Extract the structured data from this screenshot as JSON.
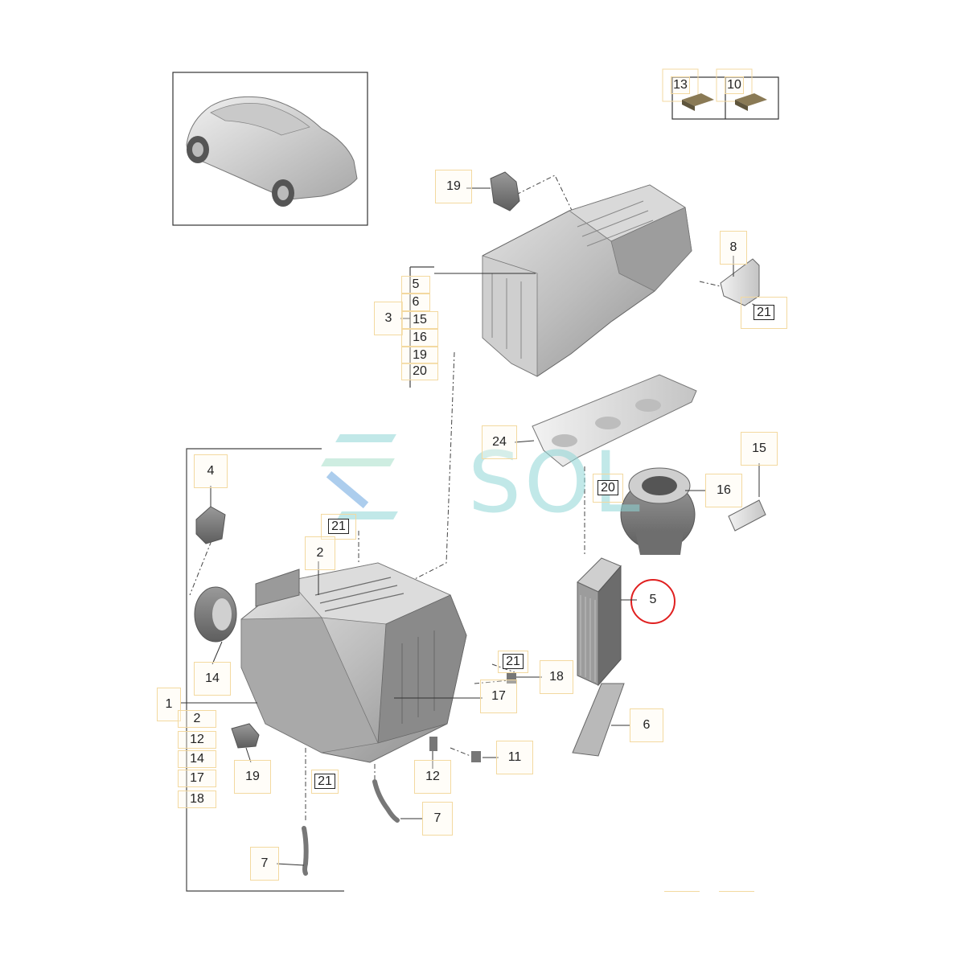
{
  "diagram": {
    "watermark_text": "SOL",
    "highlight_color": "#e02020",
    "highlighted_part": "5",
    "set_box": [
      {
        "num": "13"
      },
      {
        "num": "10"
      }
    ],
    "callouts": {
      "c19_top": "19",
      "c8": "8",
      "c21_a": "21",
      "c3": "3",
      "c3_list": [
        "5",
        "6",
        "15",
        "16",
        "19",
        "20"
      ],
      "c24": "24",
      "c15": "15",
      "c16": "16",
      "c20": "20",
      "c5": "5",
      "c4": "4",
      "c21_b": "21",
      "c2": "2",
      "c14": "14",
      "c1": "1",
      "c1_list": [
        "2",
        "12",
        "14",
        "17",
        "18"
      ],
      "c19_bottom": "19",
      "c21_c": "21",
      "c21_d": "21",
      "c17": "17",
      "c18": "18",
      "c6": "6",
      "c11": "11",
      "c12": "12",
      "c7_a": "7",
      "c7_b": "7"
    }
  }
}
